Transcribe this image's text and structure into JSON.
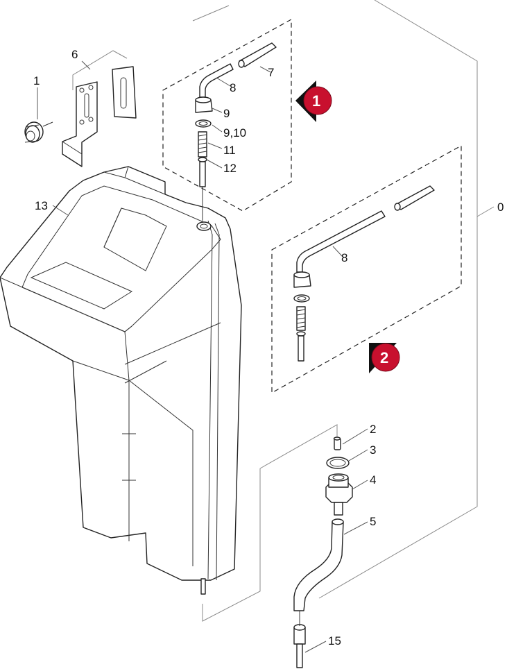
{
  "labels": {
    "p0": "0",
    "p1": "1",
    "p2": "2",
    "p3": "3",
    "p4": "4",
    "p5": "5",
    "p6": "6",
    "p7": "7",
    "p8a": "8",
    "p8b": "8",
    "p9": "9",
    "p9_10": "9,10",
    "p11": "11",
    "p12": "12",
    "p13": "13",
    "p15": "15"
  },
  "markers": {
    "m1": "1",
    "m2": "2"
  },
  "colors": {
    "marker": "#c8102e",
    "line": "#222222"
  }
}
